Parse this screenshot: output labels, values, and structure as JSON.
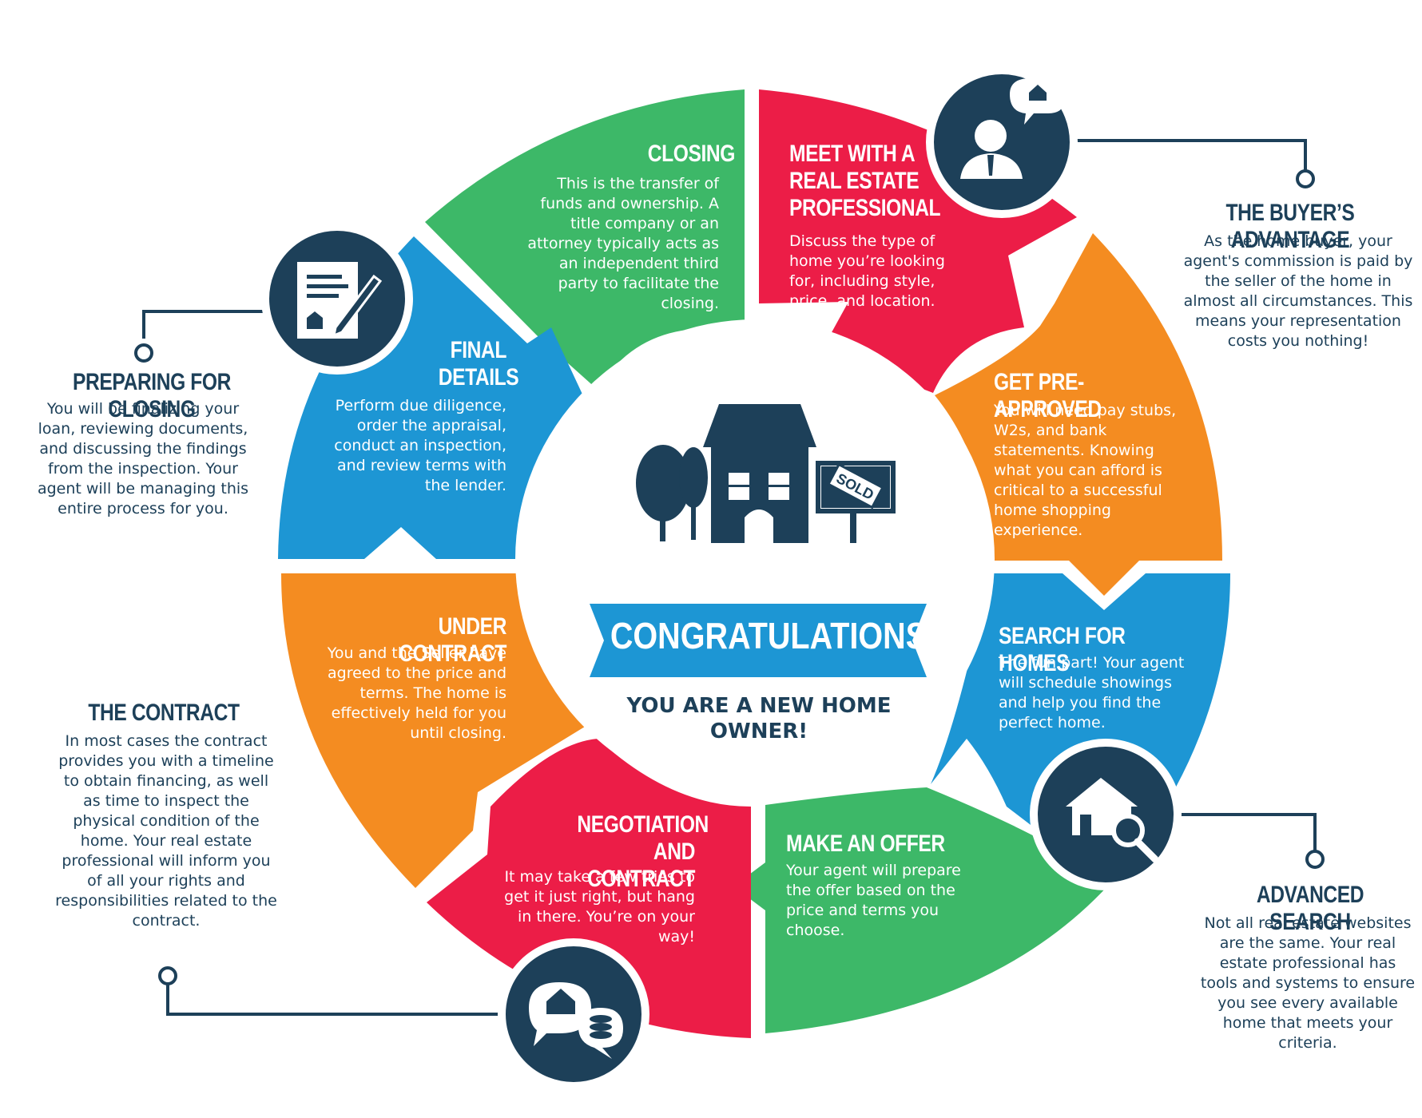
{
  "center": {
    "banner": "CONGRATULATIONS!",
    "subtitle": "YOU ARE A NEW HOME OWNER!",
    "sign_text": "SOLD"
  },
  "segments": [
    {
      "id": "closing",
      "color": "#3db868",
      "title": "CLOSING",
      "body": "This is the transfer of funds and ownership. A title company or an attorney typically acts as an independent third party to facilitate the closing."
    },
    {
      "id": "meet",
      "color": "#ec1d47",
      "title": "MEET WITH A REAL ESTATE PROFESSIONAL",
      "body": "Discuss the type of home you’re looking for, including style, price, and location."
    },
    {
      "id": "pre-approved",
      "color": "#f48c21",
      "title": "GET PRE-APPROVED",
      "body": "You will need pay stubs, W2s, and bank statements. Knowing what you can afford is critical to a successful home shopping experience."
    },
    {
      "id": "search",
      "color": "#1d96d4",
      "title": "SEARCH FOR HOMES",
      "body": "The fun part! Your agent will schedule showings and help you find the perfect home."
    },
    {
      "id": "offer",
      "color": "#3db868",
      "title": "MAKE AN OFFER",
      "body": "Your agent will prepare the offer based on the price and terms you choose."
    },
    {
      "id": "negotiation",
      "color": "#ec1d47",
      "title": "NEGOTIATION AND CONTRACT",
      "body": "It may take a few tries to get it just right, but hang in there. You’re on your way!"
    },
    {
      "id": "under-contract",
      "color": "#f48c21",
      "title": "UNDER CONTRACT",
      "body": "You and the Seller have agreed to the price and terms. The home is effectively held for you until closing."
    },
    {
      "id": "final",
      "color": "#1d96d4",
      "title": "FINAL DETAILS",
      "body": "Perform due diligence, order the appraisal, conduct an inspection, and review terms with the lender."
    }
  ],
  "callouts": [
    {
      "id": "buyers-advantage",
      "icon": "agent-icon",
      "title": "THE BUYER’S ADVANTAGE",
      "body": "As the home buyer, your agent's commission is paid by the seller of the home in almost all circumstances. This means your representation costs you nothing!"
    },
    {
      "id": "advanced-search",
      "icon": "house-search-icon",
      "title": "ADVANCED SEARCH",
      "body": "Not all real estate websites are the same. Your real estate professional has tools and systems to ensure you see every available home that meets your criteria."
    },
    {
      "id": "the-contract",
      "icon": "negotiation-icon",
      "title": "THE CONTRACT",
      "body": "In most cases the contract provides you with a timeline to obtain financing, as well as time to inspect the physical condition of the home. Your real estate professional will inform you of all your rights and responsibilities related to the contract."
    },
    {
      "id": "preparing-closing",
      "icon": "document-icon",
      "title": "PREPARING FOR CLOSING",
      "body": "You will be finalizing your loan, reviewing documents, and discussing the findings from the inspection. Your agent will be managing this entire process for you."
    }
  ],
  "colors": {
    "navy": "#1d4059",
    "green": "#3db868",
    "red": "#ec1d47",
    "orange": "#f48c21",
    "blue": "#1d96d4"
  }
}
